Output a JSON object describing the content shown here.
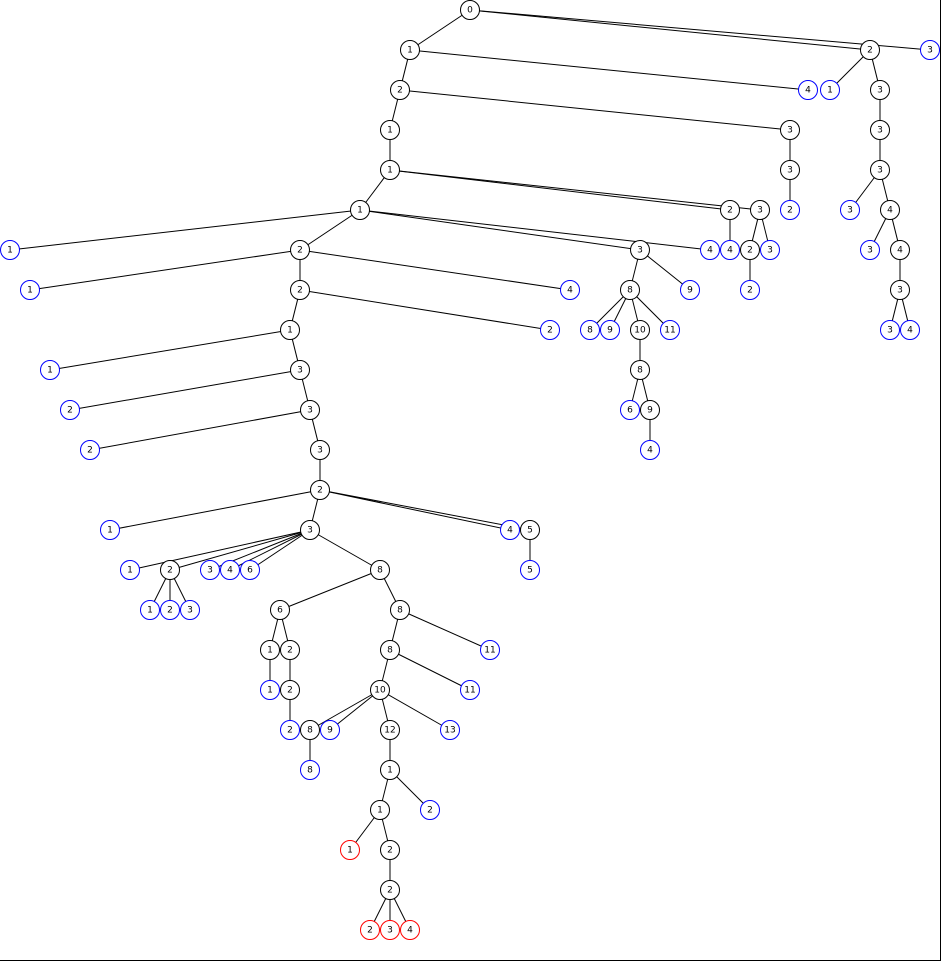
{
  "colors": {
    "internal": "#000000",
    "leaf": "#0000ff",
    "highlight": "#ff0000",
    "edge": "#000000",
    "background": "#ffffff"
  },
  "nodes": [
    {
      "id": "n0",
      "label": "0",
      "kind": "internal"
    },
    {
      "id": "n1",
      "label": "1",
      "kind": "internal"
    },
    {
      "id": "n2",
      "label": "2",
      "kind": "internal"
    },
    {
      "id": "n3",
      "label": "3",
      "kind": "leaf"
    },
    {
      "id": "n4",
      "label": "2",
      "kind": "internal"
    },
    {
      "id": "n5",
      "label": "4",
      "kind": "leaf"
    },
    {
      "id": "n6",
      "label": "1",
      "kind": "leaf"
    },
    {
      "id": "n7",
      "label": "3",
      "kind": "internal"
    },
    {
      "id": "n8",
      "label": "1",
      "kind": "internal"
    },
    {
      "id": "n9",
      "label": "3",
      "kind": "internal"
    },
    {
      "id": "n10",
      "label": "3",
      "kind": "internal"
    },
    {
      "id": "n11",
      "label": "1",
      "kind": "internal"
    },
    {
      "id": "n12",
      "label": "3",
      "kind": "internal"
    },
    {
      "id": "n13",
      "label": "3",
      "kind": "internal"
    },
    {
      "id": "n14",
      "label": "2",
      "kind": "leaf"
    },
    {
      "id": "n15",
      "label": "1",
      "kind": "internal"
    },
    {
      "id": "n16",
      "label": "2",
      "kind": "internal"
    },
    {
      "id": "n17",
      "label": "3",
      "kind": "internal"
    },
    {
      "id": "n18",
      "label": "3",
      "kind": "leaf"
    },
    {
      "id": "n19",
      "label": "4",
      "kind": "internal"
    },
    {
      "id": "n20",
      "label": "1",
      "kind": "leaf"
    },
    {
      "id": "n21",
      "label": "2",
      "kind": "internal"
    },
    {
      "id": "n22",
      "label": "3",
      "kind": "internal"
    },
    {
      "id": "n23",
      "label": "4",
      "kind": "leaf"
    },
    {
      "id": "n24",
      "label": "4",
      "kind": "leaf"
    },
    {
      "id": "n25",
      "label": "2",
      "kind": "internal"
    },
    {
      "id": "n26",
      "label": "3",
      "kind": "leaf"
    },
    {
      "id": "n27",
      "label": "3",
      "kind": "leaf"
    },
    {
      "id": "n28",
      "label": "4",
      "kind": "internal"
    },
    {
      "id": "n29",
      "label": "1",
      "kind": "leaf"
    },
    {
      "id": "n30",
      "label": "2",
      "kind": "internal"
    },
    {
      "id": "n31",
      "label": "4",
      "kind": "leaf"
    },
    {
      "id": "n32",
      "label": "8",
      "kind": "internal"
    },
    {
      "id": "n33",
      "label": "9",
      "kind": "leaf"
    },
    {
      "id": "n34",
      "label": "2",
      "kind": "leaf"
    },
    {
      "id": "n35",
      "label": "3",
      "kind": "internal"
    },
    {
      "id": "n36",
      "label": "1",
      "kind": "internal"
    },
    {
      "id": "n37",
      "label": "2",
      "kind": "leaf"
    },
    {
      "id": "n38",
      "label": "8",
      "kind": "leaf"
    },
    {
      "id": "n39",
      "label": "9",
      "kind": "leaf"
    },
    {
      "id": "n40",
      "label": "10",
      "kind": "internal"
    },
    {
      "id": "n41",
      "label": "11",
      "kind": "leaf"
    },
    {
      "id": "n42",
      "label": "3",
      "kind": "leaf"
    },
    {
      "id": "n43",
      "label": "4",
      "kind": "leaf"
    },
    {
      "id": "n44",
      "label": "1",
      "kind": "leaf"
    },
    {
      "id": "n45",
      "label": "3",
      "kind": "internal"
    },
    {
      "id": "n46",
      "label": "8",
      "kind": "internal"
    },
    {
      "id": "n47",
      "label": "2",
      "kind": "leaf"
    },
    {
      "id": "n48",
      "label": "3",
      "kind": "internal"
    },
    {
      "id": "n49",
      "label": "6",
      "kind": "leaf"
    },
    {
      "id": "n50",
      "label": "9",
      "kind": "internal"
    },
    {
      "id": "n51",
      "label": "2",
      "kind": "leaf"
    },
    {
      "id": "n52",
      "label": "3",
      "kind": "internal"
    },
    {
      "id": "n53",
      "label": "4",
      "kind": "leaf"
    },
    {
      "id": "n54",
      "label": "2",
      "kind": "internal"
    },
    {
      "id": "n55",
      "label": "1",
      "kind": "leaf"
    },
    {
      "id": "n56",
      "label": "3",
      "kind": "internal"
    },
    {
      "id": "n57",
      "label": "4",
      "kind": "leaf"
    },
    {
      "id": "n58",
      "label": "5",
      "kind": "internal"
    },
    {
      "id": "n59",
      "label": "1",
      "kind": "leaf"
    },
    {
      "id": "n60",
      "label": "2",
      "kind": "internal"
    },
    {
      "id": "n61",
      "label": "3",
      "kind": "leaf"
    },
    {
      "id": "n62",
      "label": "4",
      "kind": "leaf"
    },
    {
      "id": "n63",
      "label": "6",
      "kind": "leaf"
    },
    {
      "id": "n64",
      "label": "8",
      "kind": "internal"
    },
    {
      "id": "n65",
      "label": "5",
      "kind": "leaf"
    },
    {
      "id": "n66",
      "label": "1",
      "kind": "leaf"
    },
    {
      "id": "n67",
      "label": "2",
      "kind": "leaf"
    },
    {
      "id": "n68",
      "label": "3",
      "kind": "leaf"
    },
    {
      "id": "n69",
      "label": "6",
      "kind": "internal"
    },
    {
      "id": "n70",
      "label": "8",
      "kind": "internal"
    },
    {
      "id": "n71",
      "label": "1",
      "kind": "internal"
    },
    {
      "id": "n72",
      "label": "2",
      "kind": "internal"
    },
    {
      "id": "n73",
      "label": "8",
      "kind": "internal"
    },
    {
      "id": "n74",
      "label": "11",
      "kind": "leaf"
    },
    {
      "id": "n75",
      "label": "1",
      "kind": "leaf"
    },
    {
      "id": "n76",
      "label": "2",
      "kind": "internal"
    },
    {
      "id": "n77",
      "label": "10",
      "kind": "internal"
    },
    {
      "id": "n78",
      "label": "11",
      "kind": "leaf"
    },
    {
      "id": "n79",
      "label": "2",
      "kind": "leaf"
    },
    {
      "id": "n80",
      "label": "8",
      "kind": "internal"
    },
    {
      "id": "n81",
      "label": "9",
      "kind": "leaf"
    },
    {
      "id": "n82",
      "label": "12",
      "kind": "internal"
    },
    {
      "id": "n83",
      "label": "13",
      "kind": "leaf"
    },
    {
      "id": "n84",
      "label": "8",
      "kind": "leaf"
    },
    {
      "id": "n85",
      "label": "1",
      "kind": "internal"
    },
    {
      "id": "n86",
      "label": "1",
      "kind": "internal"
    },
    {
      "id": "n87",
      "label": "2",
      "kind": "leaf"
    },
    {
      "id": "n88",
      "label": "1",
      "kind": "highlight"
    },
    {
      "id": "n89",
      "label": "2",
      "kind": "internal"
    },
    {
      "id": "n90",
      "label": "2",
      "kind": "internal"
    },
    {
      "id": "n91",
      "label": "2",
      "kind": "highlight"
    },
    {
      "id": "n92",
      "label": "3",
      "kind": "highlight"
    },
    {
      "id": "n93",
      "label": "4",
      "kind": "highlight"
    }
  ],
  "edges": [
    [
      "n0",
      "n1"
    ],
    [
      "n0",
      "n2"
    ],
    [
      "n0",
      "n3"
    ],
    [
      "n1",
      "n4"
    ],
    [
      "n1",
      "n5"
    ],
    [
      "n2",
      "n6"
    ],
    [
      "n2",
      "n7"
    ],
    [
      "n4",
      "n8"
    ],
    [
      "n4",
      "n9"
    ],
    [
      "n7",
      "n10"
    ],
    [
      "n8",
      "n11"
    ],
    [
      "n9",
      "n12"
    ],
    [
      "n10",
      "n13"
    ],
    [
      "n11",
      "n15"
    ],
    [
      "n11",
      "n16"
    ],
    [
      "n11",
      "n17"
    ],
    [
      "n12",
      "n14"
    ],
    [
      "n13",
      "n18"
    ],
    [
      "n13",
      "n19"
    ],
    [
      "n15",
      "n20"
    ],
    [
      "n15",
      "n21"
    ],
    [
      "n15",
      "n22"
    ],
    [
      "n15",
      "n23"
    ],
    [
      "n16",
      "n24"
    ],
    [
      "n17",
      "n25"
    ],
    [
      "n17",
      "n26"
    ],
    [
      "n19",
      "n27"
    ],
    [
      "n19",
      "n28"
    ],
    [
      "n21",
      "n29"
    ],
    [
      "n21",
      "n30"
    ],
    [
      "n21",
      "n31"
    ],
    [
      "n22",
      "n32"
    ],
    [
      "n22",
      "n33"
    ],
    [
      "n25",
      "n34"
    ],
    [
      "n28",
      "n35"
    ],
    [
      "n30",
      "n36"
    ],
    [
      "n30",
      "n37"
    ],
    [
      "n32",
      "n38"
    ],
    [
      "n32",
      "n39"
    ],
    [
      "n32",
      "n40"
    ],
    [
      "n32",
      "n41"
    ],
    [
      "n35",
      "n42"
    ],
    [
      "n35",
      "n43"
    ],
    [
      "n36",
      "n44"
    ],
    [
      "n36",
      "n45"
    ],
    [
      "n40",
      "n46"
    ],
    [
      "n45",
      "n47"
    ],
    [
      "n45",
      "n48"
    ],
    [
      "n46",
      "n49"
    ],
    [
      "n46",
      "n50"
    ],
    [
      "n48",
      "n51"
    ],
    [
      "n48",
      "n52"
    ],
    [
      "n50",
      "n53"
    ],
    [
      "n52",
      "n54"
    ],
    [
      "n54",
      "n55"
    ],
    [
      "n54",
      "n56"
    ],
    [
      "n54",
      "n57"
    ],
    [
      "n54",
      "n58"
    ],
    [
      "n56",
      "n59"
    ],
    [
      "n56",
      "n60"
    ],
    [
      "n56",
      "n61"
    ],
    [
      "n56",
      "n62"
    ],
    [
      "n56",
      "n63"
    ],
    [
      "n56",
      "n64"
    ],
    [
      "n58",
      "n65"
    ],
    [
      "n60",
      "n66"
    ],
    [
      "n60",
      "n67"
    ],
    [
      "n60",
      "n68"
    ],
    [
      "n64",
      "n69"
    ],
    [
      "n64",
      "n70"
    ],
    [
      "n69",
      "n71"
    ],
    [
      "n69",
      "n72"
    ],
    [
      "n70",
      "n73"
    ],
    [
      "n70",
      "n74"
    ],
    [
      "n71",
      "n75"
    ],
    [
      "n72",
      "n76"
    ],
    [
      "n73",
      "n77"
    ],
    [
      "n73",
      "n78"
    ],
    [
      "n76",
      "n79"
    ],
    [
      "n77",
      "n80"
    ],
    [
      "n77",
      "n81"
    ],
    [
      "n77",
      "n82"
    ],
    [
      "n77",
      "n83"
    ],
    [
      "n80",
      "n84"
    ],
    [
      "n82",
      "n85"
    ],
    [
      "n85",
      "n86"
    ],
    [
      "n85",
      "n87"
    ],
    [
      "n86",
      "n88"
    ],
    [
      "n86",
      "n89"
    ],
    [
      "n89",
      "n90"
    ],
    [
      "n90",
      "n91"
    ],
    [
      "n90",
      "n92"
    ],
    [
      "n90",
      "n93"
    ]
  ]
}
